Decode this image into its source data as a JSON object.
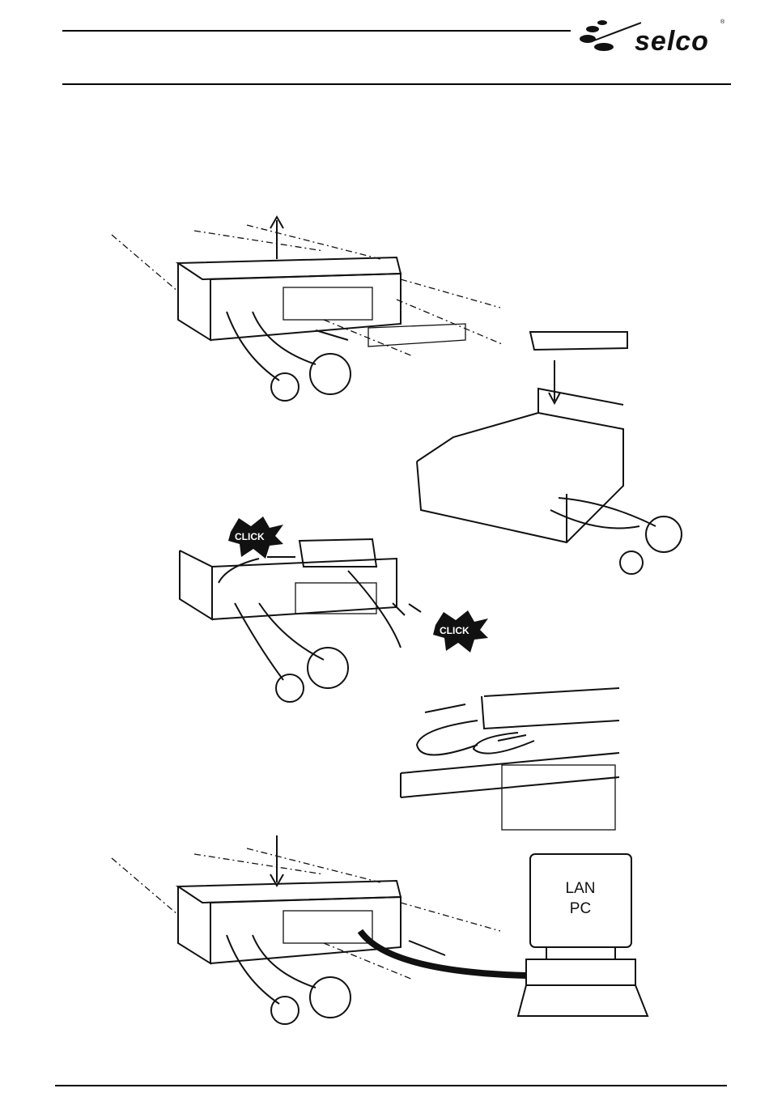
{
  "header": {
    "logo_text": "selco",
    "logo_registered": "®"
  },
  "figures": {
    "click_1": "CLICK",
    "click_2": "CLICK",
    "pc_label_line1": "LAN",
    "pc_label_line2": "PC"
  }
}
